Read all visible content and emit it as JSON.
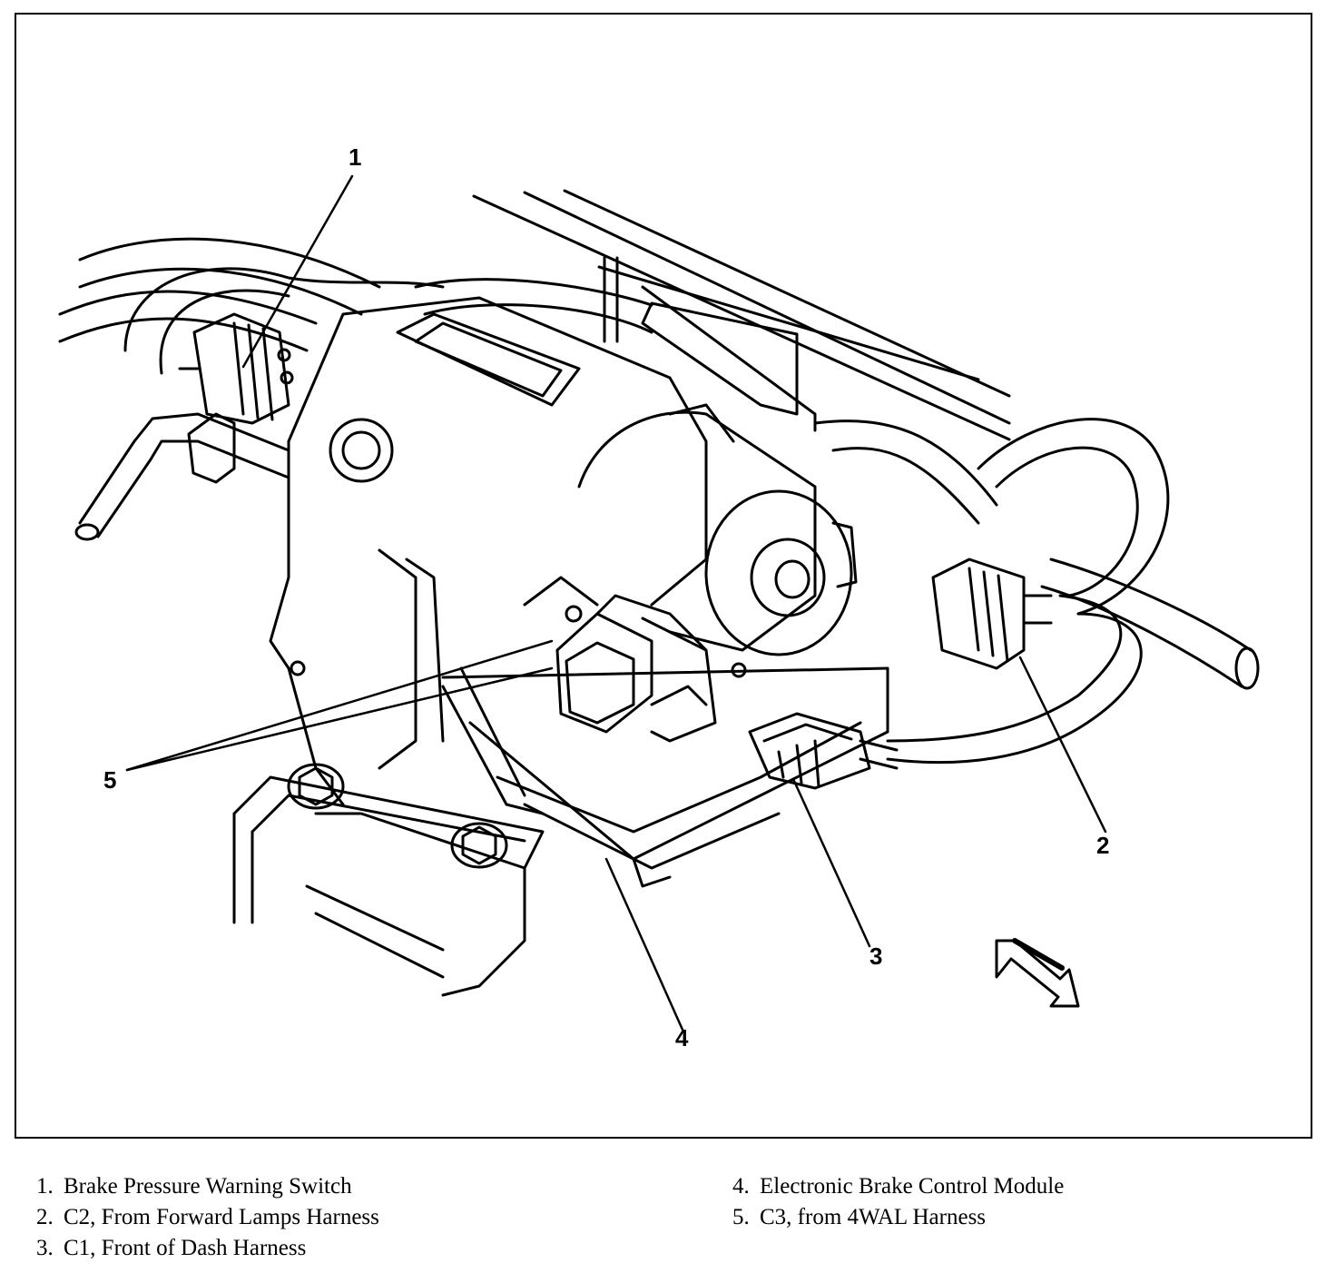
{
  "callouts": [
    {
      "number": "1",
      "label": "Brake Pressure Warning Switch"
    },
    {
      "number": "2",
      "label": "C2, From Forward Lamps Harness"
    },
    {
      "number": "3",
      "label": "C1, Front of Dash Harness"
    },
    {
      "number": "4",
      "label": "Electronic Brake Control Module"
    },
    {
      "number": "5",
      "label": "C3, from 4WAL Harness"
    }
  ],
  "legend": {
    "left": [
      {
        "num": "1.",
        "text": "Brake Pressure Warning Switch"
      },
      {
        "num": "2.",
        "text": "C2, From Forward Lamps Harness"
      },
      {
        "num": "3.",
        "text": "C1, Front of Dash Harness"
      }
    ],
    "right": [
      {
        "num": "4.",
        "text": "Electronic Brake Control Module"
      },
      {
        "num": "5.",
        "text": "C3, from 4WAL Harness"
      }
    ]
  },
  "colors": {
    "ink": "#000000",
    "paper": "#ffffff"
  },
  "icons": {
    "direction": "forward-arrow-icon"
  }
}
